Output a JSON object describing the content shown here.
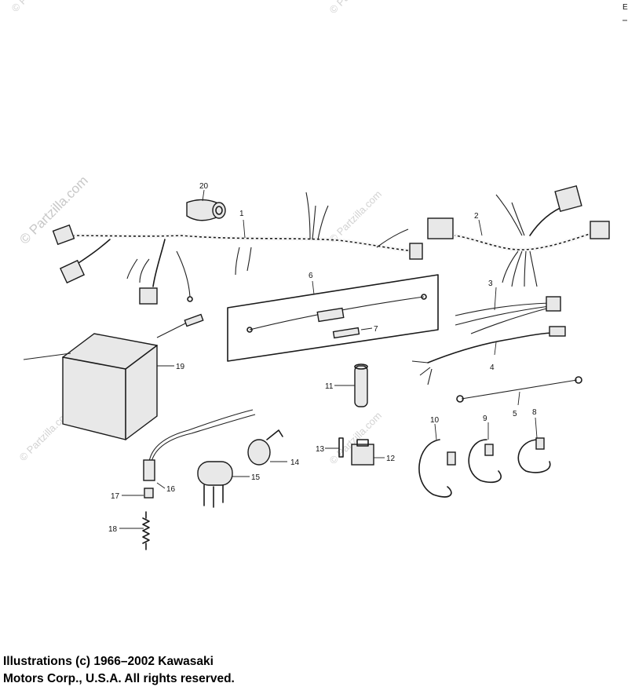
{
  "watermark": {
    "text": "© Partzilla.com",
    "color": "#c8c8c8"
  },
  "callouts": [
    "1",
    "2",
    "3",
    "4",
    "5",
    "6",
    "7",
    "8",
    "9",
    "10",
    "11",
    "12",
    "13",
    "14",
    "15",
    "16",
    "17",
    "18",
    "19",
    "20"
  ],
  "footer": {
    "line1": "Illustrations (c) 1966–2002 Kawasaki",
    "line2": "Motors Corp., U.S.A.  All rights reserved."
  },
  "corner_marks": {
    "top_right": "E"
  }
}
